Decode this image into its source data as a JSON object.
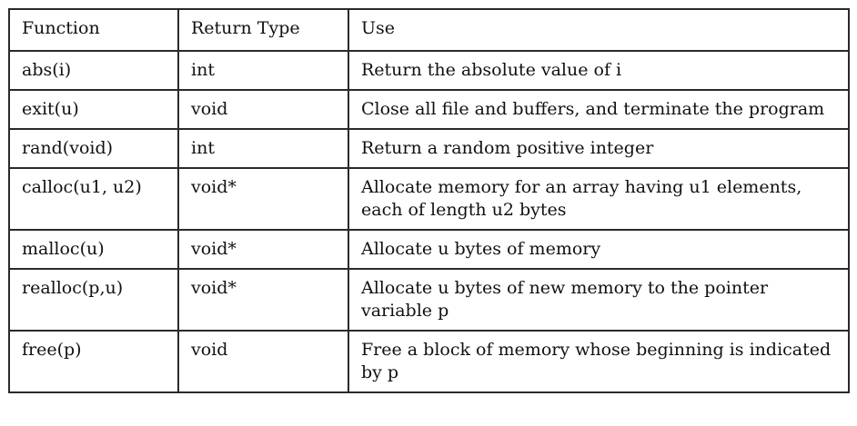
{
  "table": {
    "headers": [
      "Function",
      "Return Type",
      "Use"
    ],
    "rows": [
      [
        "abs(i)",
        "int",
        "Return the absolute value of i"
      ],
      [
        "exit(u)",
        "void",
        "Close all file and buffers, and terminate the program"
      ],
      [
        "rand(void)",
        "int",
        "Return a random positive integer"
      ],
      [
        "calloc(u1, u2)",
        "void*",
        "Allocate memory for an array having u1 elements, each of length u2 bytes"
      ],
      [
        "malloc(u)",
        "void*",
        "Allocate u bytes of memory"
      ],
      [
        "realloc(p,u)",
        "void*",
        "Allocate u bytes of new memory to the pointer variable p"
      ],
      [
        "free(p)",
        "void",
        "Free a block of memory whose beginning is indicated by p"
      ]
    ]
  }
}
